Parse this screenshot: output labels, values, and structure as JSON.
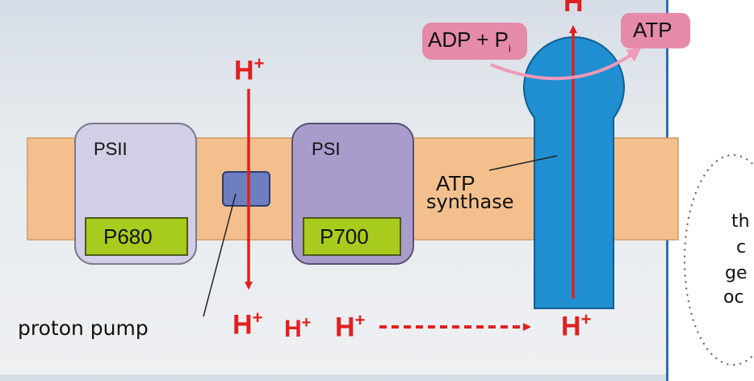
{
  "diagram": {
    "complexes": {
      "psii": {
        "label": "PSII",
        "center_label": "P680"
      },
      "psi": {
        "label": "PSI",
        "center_label": "P700"
      }
    },
    "atp_synthase": {
      "label_line1": "ATP",
      "label_line2": "synthase"
    },
    "reaction": {
      "input_main": "ADP + P",
      "input_sub": "i",
      "output": "ATP"
    },
    "proton_pump_label": "proton pump",
    "proton": {
      "symbol": "H",
      "charge": "+"
    }
  },
  "side_note": {
    "lines": [
      "th",
      "c",
      "ge",
      "oc"
    ]
  },
  "colors": {
    "membrane": "#f3c08d",
    "membrane_border": "#d09a63",
    "psii_fill": "#d3cde6",
    "psi_fill": "#a99bcb",
    "reaction_center": "#a8cc1e",
    "pump": "#6d7fc0",
    "synthase": "#1f8fd1",
    "proton_red": "#e02020",
    "reaction_pink": "#e58aa9"
  }
}
